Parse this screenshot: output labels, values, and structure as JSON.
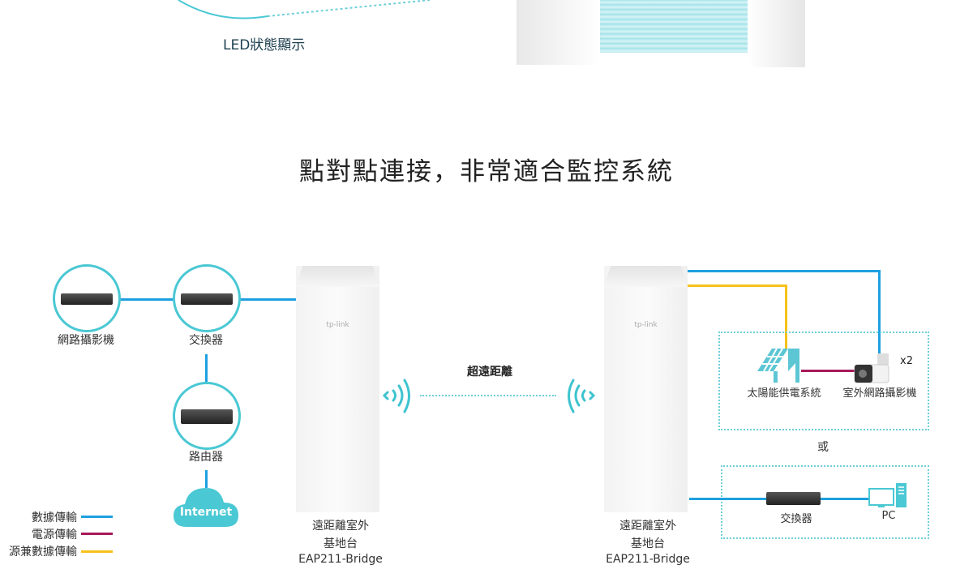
{
  "top": {
    "led_label": "LED狀態顯示"
  },
  "heading": "點對點連接，非常適合監控系統",
  "left": {
    "nvr_label": "網路攝影機",
    "switch_label": "交換器",
    "router_label": "路由器",
    "internet_label": "Internet",
    "device_line1": "遠距離室外",
    "device_line2": "基地台",
    "device_model": "EAP211-Bridge",
    "logo": "tp-link"
  },
  "link_label": "超遠距離",
  "right": {
    "device_line1": "遠距離室外",
    "device_line2": "基地台",
    "device_model": "EAP211-Bridge",
    "logo": "tp-link",
    "solar_label": "太陽能供電系統",
    "camera_label": "室外網路攝影機",
    "camera_count": "x2",
    "or_label": "或",
    "switch_label": "交換器",
    "pc_label": "PC"
  },
  "legend": [
    {
      "label": "數據傳輸",
      "color": "#1ea0e0"
    },
    {
      "label": "電源傳輸",
      "color": "#a8195a"
    },
    {
      "label": "源兼數據傳輸",
      "color": "#f7c21a"
    }
  ],
  "colors": {
    "accent": "#4ac8d4",
    "data": "#1ea0e0",
    "power": "#a8195a",
    "poe": "#f7c21a"
  }
}
